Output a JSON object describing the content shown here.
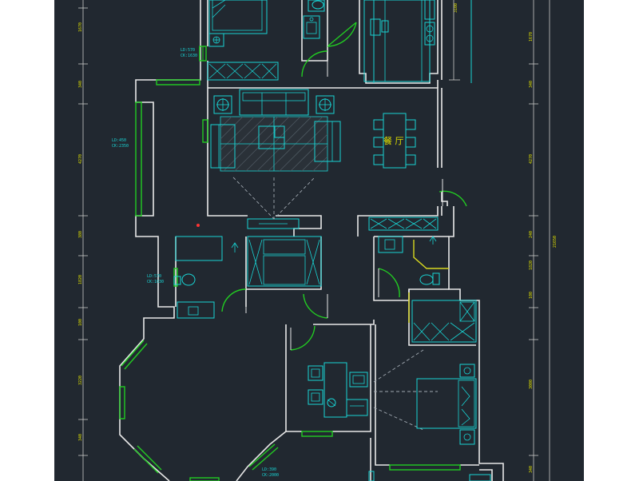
{
  "labels": {
    "room_dining": "餐 厅"
  },
  "notes": {
    "bath_top": [
      "LD:570",
      "CK:1630"
    ],
    "balcony_left": [
      "LD:450",
      "CK:2350"
    ],
    "bath_mid": [
      "LD:570",
      "CK:1630"
    ],
    "bottom": [
      "LD:390",
      "CK:2000"
    ]
  },
  "dims_left": [
    "1670",
    "340",
    "4270",
    "380",
    "1820",
    "100",
    "3220",
    "340"
  ],
  "dims_right": [
    "1670",
    "340",
    "4270",
    "240",
    "1820",
    "100",
    "3000",
    "340"
  ],
  "dims_far_right": [
    "21650"
  ],
  "dims_top": [
    "3100"
  ],
  "colors": {
    "background": "#212830",
    "walls": "#e8e8e8",
    "windows": "#22cc22",
    "furniture": "#19d3d3",
    "dimension_text": "#e0e000",
    "marker": "#ff3333"
  }
}
